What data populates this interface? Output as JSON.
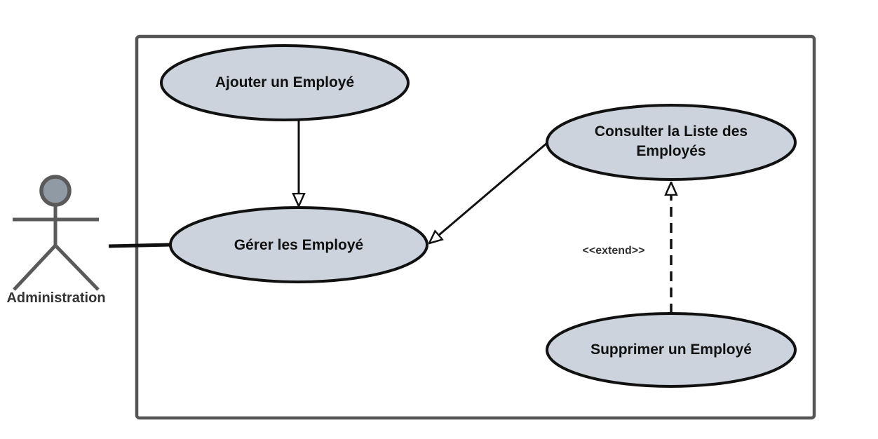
{
  "diagram": {
    "colors": {
      "system_border": "#555555",
      "usecase_fill": "#ccd3dc",
      "usecase_stroke": "#111111",
      "actor_stroke": "#5a5a5a",
      "actor_head_fill": "#909aa5",
      "line": "#111111"
    },
    "actor": {
      "label": "Administration",
      "icon": "stick-figure-actor-icon"
    },
    "use_cases": {
      "ajouter": "Ajouter un Employé",
      "gerer": "Gérer les Employé",
      "consulter_line1": "Consulter la Liste des",
      "consulter_line2": "Employés",
      "supprimer": "Supprimer un Employé"
    },
    "relations": {
      "extend_label": "<<extend>>"
    }
  }
}
